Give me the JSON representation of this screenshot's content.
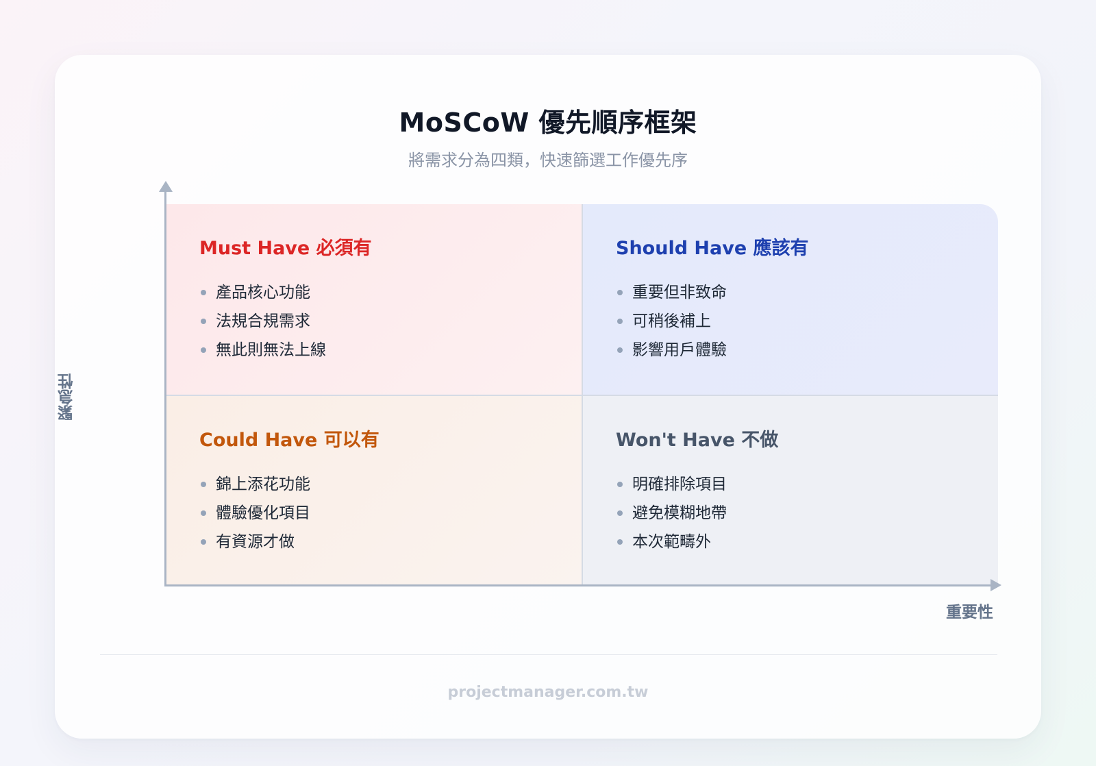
{
  "title": "MoSCoW 優先順序框架",
  "subtitle": "將需求分為四類，快速篩選工作優先序",
  "axes": {
    "y_label": "緊急性",
    "x_label": "重要性"
  },
  "quadrants": {
    "must": {
      "title": "Must Have 必須有",
      "color": "#dc2626",
      "items": [
        "產品核心功能",
        "法規合規需求",
        "無此則無法上線"
      ]
    },
    "should": {
      "title": "Should Have 應該有",
      "color": "#1e40af",
      "items": [
        "重要但非致命",
        "可稍後補上",
        "影響用戶體驗"
      ]
    },
    "could": {
      "title": "Could Have 可以有",
      "color": "#c2570c",
      "items": [
        "錦上添花功能",
        "體驗優化項目",
        "有資源才做"
      ]
    },
    "wont": {
      "title": "Won't Have 不做",
      "color": "#475569",
      "items": [
        "明確排除項目",
        "避免模糊地帶",
        "本次範疇外"
      ]
    }
  },
  "footer": "projectmanager.com.tw"
}
